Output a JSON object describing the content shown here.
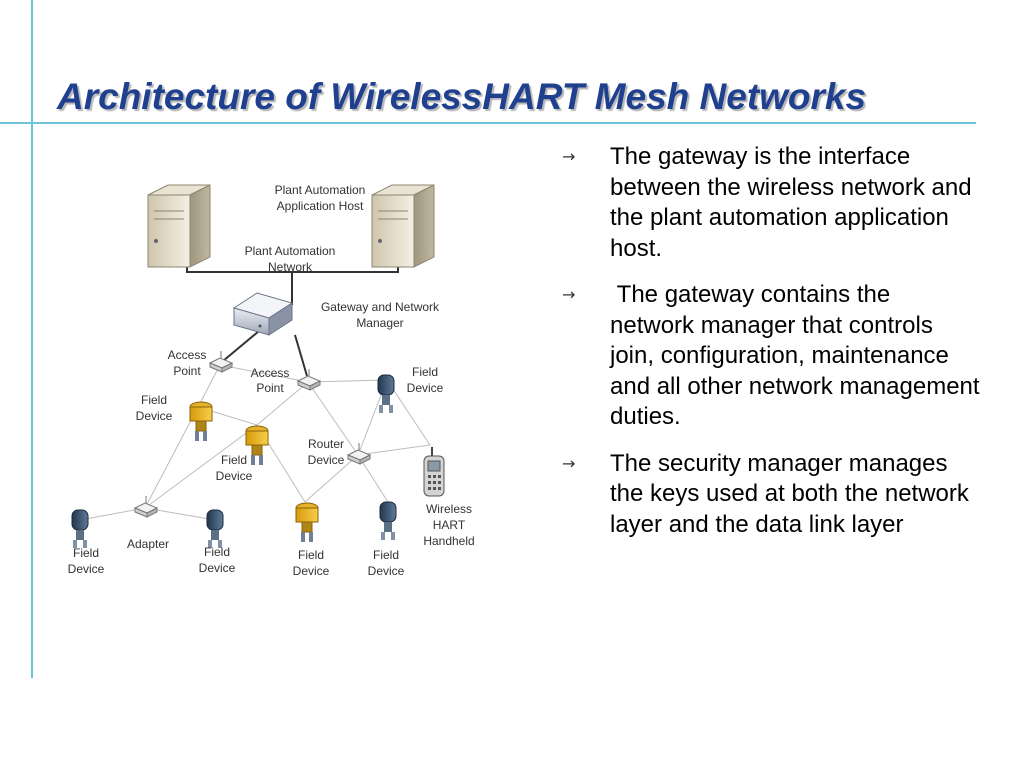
{
  "slide": {
    "title": "Architecture of WirelessHART Mesh Networks",
    "accent_color": "#6cc3dc",
    "title_color": "#1f3f8f"
  },
  "bullets": [
    {
      "icon": "arrow-right-icon",
      "text": "The gateway is the interface between the wireless network and the plant automation application host."
    },
    {
      "icon": "arrow-right-icon",
      "text": " The gateway contains the network manager that controls join, configuration, maintenance and all other network management duties."
    },
    {
      "icon": "arrow-right-icon",
      "text": "The security manager manages the keys used at both the network layer and the data link layer"
    }
  ],
  "diagram": {
    "labels": {
      "host_line1": "Plant Automation",
      "host_line2": "Application Host",
      "net_line1": "Plant Automation",
      "net_line2": "Network",
      "gw_line1": "Gateway and Network",
      "gw_line2": "Manager",
      "ap1_line1": "Access",
      "ap1_line2": "Point",
      "ap2_line1": "Access",
      "ap2_line2": "Point",
      "fd_left_line1": "Field",
      "fd_left_line2": "Device",
      "fd_mid_line1": "Field",
      "fd_mid_line2": "Device",
      "fd_right_line1": "Field",
      "fd_right_line2": "Device",
      "router_line1": "Router",
      "router_line2": "Device",
      "handheld_line1": "Wireless",
      "handheld_line2": "HART",
      "handheld_line3": "Handheld",
      "adapter": "Adapter",
      "fd_b1_line1": "Field",
      "fd_b1_line2": "Device",
      "fd_b2_line1": "Field",
      "fd_b2_line2": "Device",
      "fd_b3_line1": "Field",
      "fd_b3_line2": "Device",
      "fd_b4_line1": "Field",
      "fd_b4_line2": "Device"
    }
  }
}
